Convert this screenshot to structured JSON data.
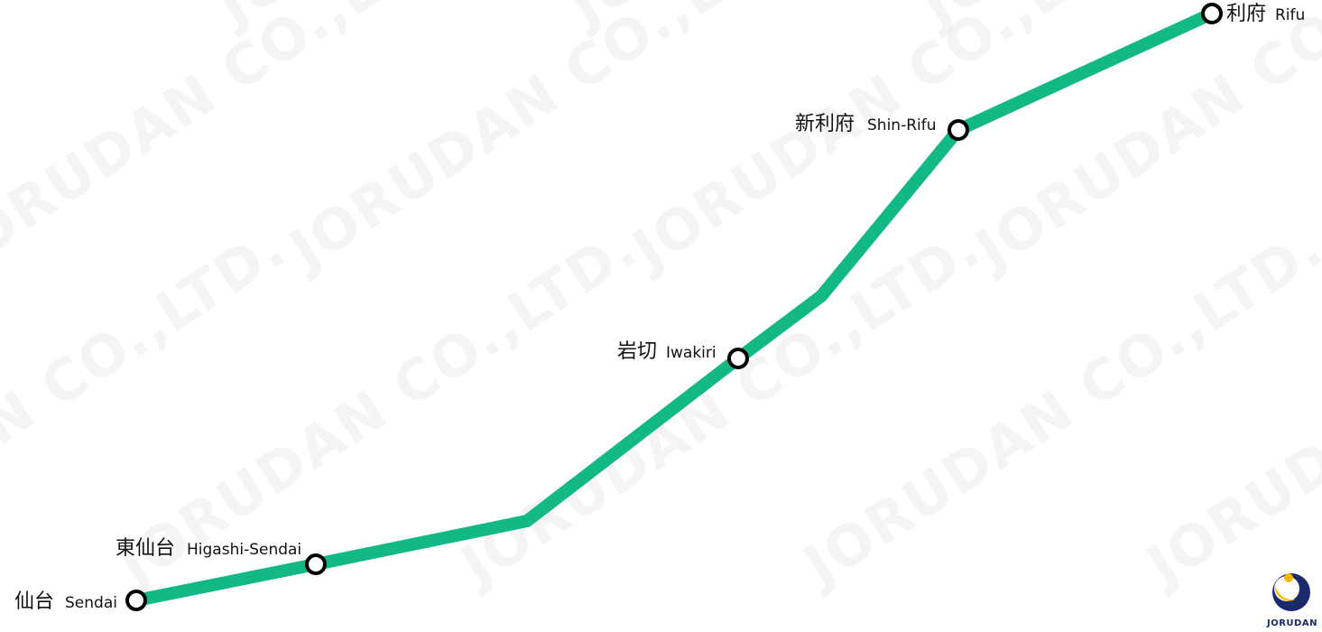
{
  "map": {
    "line": {
      "color": "#12b886",
      "stations": [
        {
          "ja": "仙台",
          "en": "Sendai"
        },
        {
          "ja": "東仙台",
          "en": "Higashi-Sendai"
        },
        {
          "ja": "岩切",
          "en": "Iwakiri"
        },
        {
          "ja": "新利府",
          "en": "Shin-Rifu"
        },
        {
          "ja": "利府",
          "en": "Rifu"
        }
      ]
    },
    "station_marker": {
      "fill": "#ffffff",
      "stroke": "#000000"
    }
  },
  "watermark": {
    "text": "JORUDAN CO.,LTD."
  },
  "logo": {
    "text": "JORUDAN",
    "icon": "jorudan-crescent-icon",
    "colors": {
      "navy": "#1a2a6c",
      "yellow": "#f5b800"
    }
  }
}
